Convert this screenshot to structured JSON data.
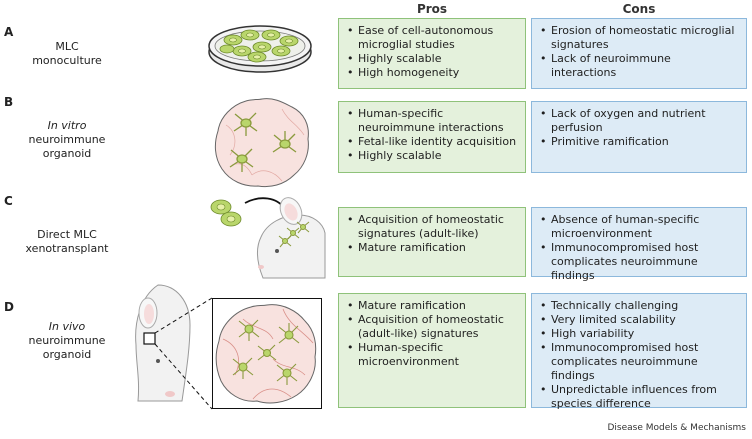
{
  "headers": {
    "pros": "Pros",
    "cons": "Cons"
  },
  "rows": [
    {
      "letter": "A",
      "label_lines": [
        "MLC",
        "monoculture"
      ],
      "pros": [
        "Ease of cell-autonomous microglial studies",
        "Highly scalable",
        "High homogeneity"
      ],
      "cons": [
        "Erosion of homeostatic microglial signatures",
        "Lack of neuroimmune interactions"
      ]
    },
    {
      "letter": "B",
      "label_italic": "In vitro",
      "label_lines": [
        "neuroimmune",
        "organoid"
      ],
      "pros": [
        "Human-specific neuroimmune interactions",
        "Fetal-like identity acquisition",
        "Highly scalable"
      ],
      "cons": [
        "Lack of oxygen and nutrient perfusion",
        "Primitive ramification"
      ]
    },
    {
      "letter": "C",
      "label_lines": [
        "Direct MLC",
        "xenotransplant"
      ],
      "pros": [
        "Acquisition of homeostatic signatures (adult-like)",
        "Mature ramification"
      ],
      "cons": [
        "Absence of human-specific microenvironment",
        "Immunocompromised host complicates neuroimmune findings"
      ]
    },
    {
      "letter": "D",
      "label_italic": "In vivo",
      "label_lines": [
        "neuroimmune",
        "organoid"
      ],
      "pros": [
        "Mature ramification",
        "Acquisition of homeostatic (adult-like) signatures",
        "Human-specific microenvironment"
      ],
      "cons": [
        "Technically challenging",
        "Very limited scalability",
        "High variability",
        "Immunocompromised host complicates neuroimmune findings",
        "Unpredictable influences from species difference"
      ]
    }
  ],
  "footer": "Disease Models & Mechanisms",
  "colors": {
    "pros_fill": "#e4f1dc",
    "pros_border": "#8fc27a",
    "cons_fill": "#ddebf6",
    "cons_border": "#8cb8dc",
    "cell_green": "#b9d66b",
    "organoid_pink": "#f8e2df"
  }
}
